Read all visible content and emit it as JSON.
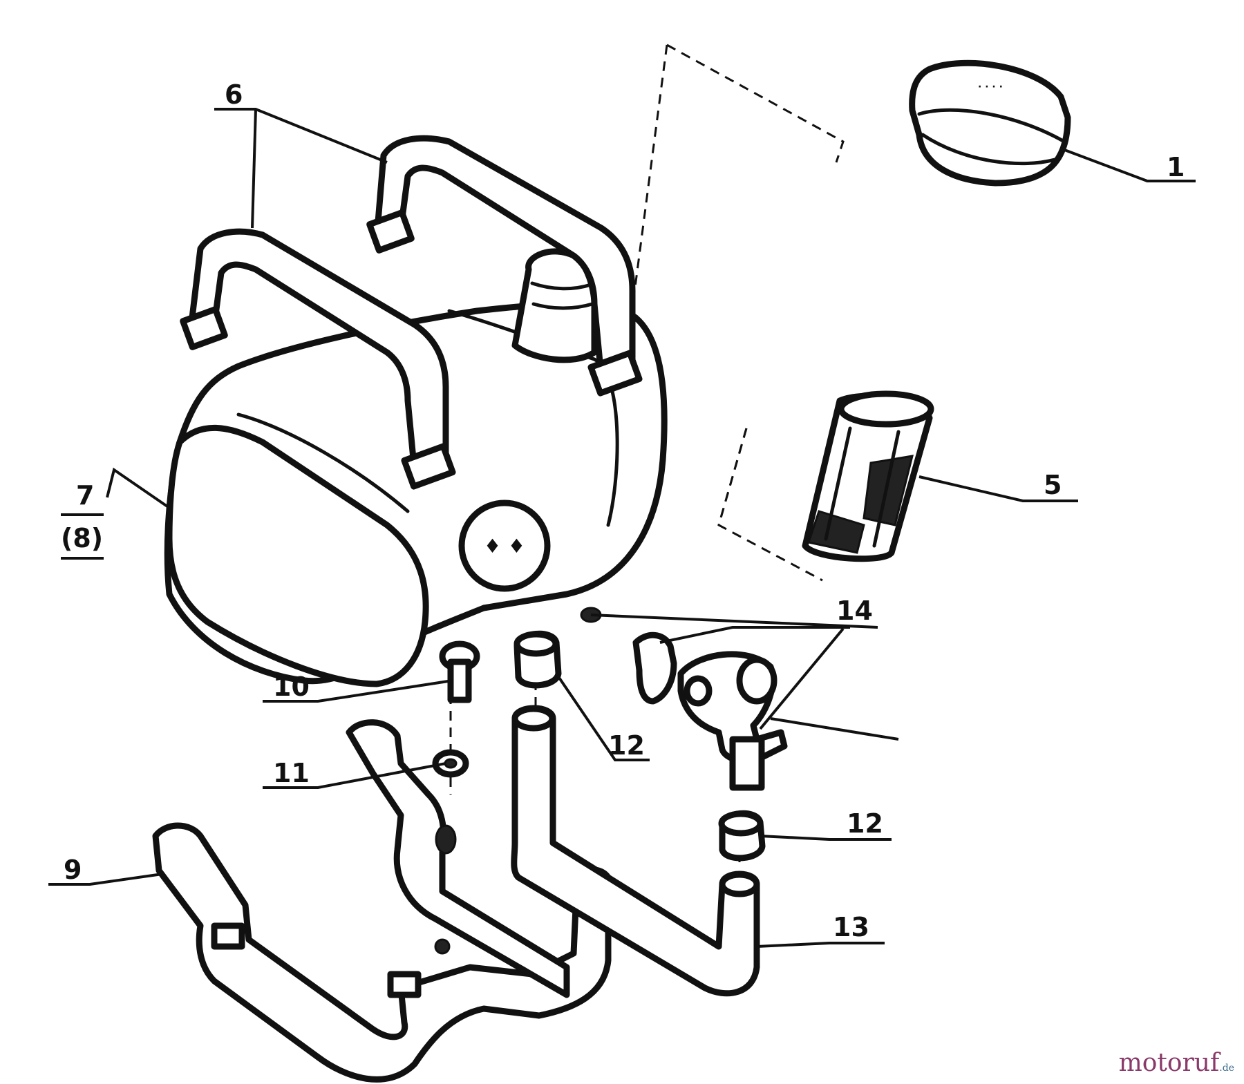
{
  "labels": {
    "l1": "1",
    "l5": "5",
    "l6": "6",
    "l7": "7",
    "l8": "(8)",
    "l9": "9",
    "l10": "10",
    "l11": "11",
    "l12a": "12",
    "l12b": "12",
    "l13": "13",
    "l14": "14"
  },
  "watermark": {
    "brand": "motoruf",
    "tld": ".de"
  }
}
